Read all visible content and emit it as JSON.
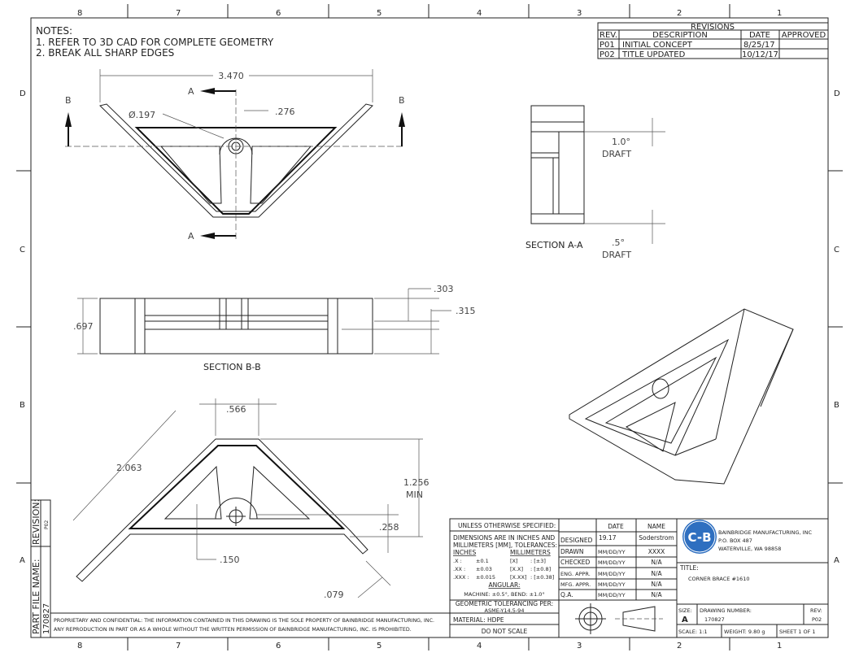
{
  "zones": {
    "columns": [
      "8",
      "7",
      "6",
      "5",
      "4",
      "3",
      "2",
      "1"
    ],
    "rows": [
      "D",
      "C",
      "B",
      "A"
    ]
  },
  "notes": {
    "title": "NOTES:",
    "items": [
      "1.  REFER TO 3D CAD FOR COMPLETE GEOMETRY",
      "2.  BREAK ALL SHARP EDGES"
    ]
  },
  "revisions": {
    "title": "REVISIONS",
    "headers": [
      "REV.",
      "DESCRIPTION",
      "DATE",
      "APPROVED"
    ],
    "rows": [
      {
        "rev": "P01",
        "description": "INITIAL CONCEPT",
        "date": "8/25/17",
        "approved": ""
      },
      {
        "rev": "P02",
        "description": "TITLE UPDATED",
        "date": "10/12/17",
        "approved": ""
      }
    ]
  },
  "top_view": {
    "width": "3.470",
    "hole": "Ø.197",
    "slot": ".276",
    "section_label_a": "A",
    "section_label_b": "B"
  },
  "section_aa": {
    "label": "SECTION A-A",
    "draft_top": "1.0°",
    "draft_top_word": "DRAFT",
    "draft_bottom": ".5°",
    "draft_bottom_word": "DRAFT"
  },
  "section_bb": {
    "label": "SECTION B-B",
    "height": ".697",
    "dim_a": ".303",
    "dim_b": ".315"
  },
  "bottom_view": {
    "diag": "2.063",
    "top": ".566",
    "height": "1.256",
    "height_note": "MIN",
    "rib": ".258",
    "wall": ".150",
    "flange": ".079"
  },
  "side_strip": {
    "revision_label": "REVISION:",
    "revision": "P02",
    "part_label": "PART FILE NAME:",
    "part": "170827"
  },
  "proprietary": [
    "PROPRIETARY AND CONFIDENTIAL: THE INFORMATION CONTAINED IN THIS DRAWING IS THE SOLE PROPERTY OF BAINBRIDGE MANUFACTURING, INC.",
    "ANY REPRODUCTION IN PART OR AS A WHOLE WITHOUT THE WRITTEN PERMISSION OF BAINBRIDGE MANUFACTURING, INC. IS PROHIBITED."
  ],
  "tolerances": {
    "header": "UNLESS OTHERWISE SPECIFIED:",
    "line1": "DIMENSIONS ARE IN INCHES AND",
    "line2": "MILLIMETERS [MM], TOLERANCES:",
    "inches": "INCHES",
    "millimeters": "MILLIMETERS",
    "rows": [
      {
        "in_k": ".X :",
        "in_v": "±0.1",
        "mm_k": "[X]",
        "mm_v": ": [±3]"
      },
      {
        "in_k": ".XX :",
        "in_v": "±0.03",
        "mm_k": "[X.X]",
        "mm_v": ": [±0.8]"
      },
      {
        "in_k": ".XXX :",
        "in_v": "±0.015",
        "mm_k": "[X.XX]",
        "mm_v": ": [±0.38]"
      }
    ],
    "angular": "ANGULAR:",
    "angular_values": "MACHINE: ±0.5°, BEND: ±1.0°",
    "geo": "GEOMETRIC TOLERANCING PER:",
    "geo_std": "ASME-Y14.5-94",
    "material": "MATERIAL:  HDPE",
    "do_not_scale": "DO NOT SCALE"
  },
  "approvals": {
    "headers": [
      "DATE",
      "NAME"
    ],
    "rows": [
      {
        "role": "DESIGNED",
        "date": "19.17",
        "name": "Soderstrom"
      },
      {
        "role": "DRAWN",
        "date": "MM/DD/YY",
        "name": "XXXX"
      },
      {
        "role": "CHECKED",
        "date": "MM/DD/YY",
        "name": "N/A"
      },
      {
        "role": "ENG. APPR.",
        "date": "MM/DD/YY",
        "name": "N/A"
      },
      {
        "role": "MFG. APPR.",
        "date": "MM/DD/YY",
        "name": "N/A"
      },
      {
        "role": "Q.A.",
        "date": "MM/DD/YY",
        "name": "N/A"
      }
    ]
  },
  "company": {
    "name": "BAINBRIDGE MANUFACTURING, INC",
    "address1": "P.O. BOX 487",
    "address2": "WATERVILLE, WA 98858",
    "logo_letters": "C-B",
    "color": "#2e6fc0"
  },
  "title": {
    "label": "TITLE:",
    "value": "CORNER BRACE #1610"
  },
  "drawing": {
    "size_label": "SIZE:",
    "size": "A",
    "number_label": "DRAWING NUMBER:",
    "number": "170827",
    "rev_label": "REV:",
    "rev": "P02",
    "scale": "SCALE: 1:1",
    "weight": "WEIGHT: 9.80 g",
    "sheet": "SHEET 1 OF 1"
  }
}
